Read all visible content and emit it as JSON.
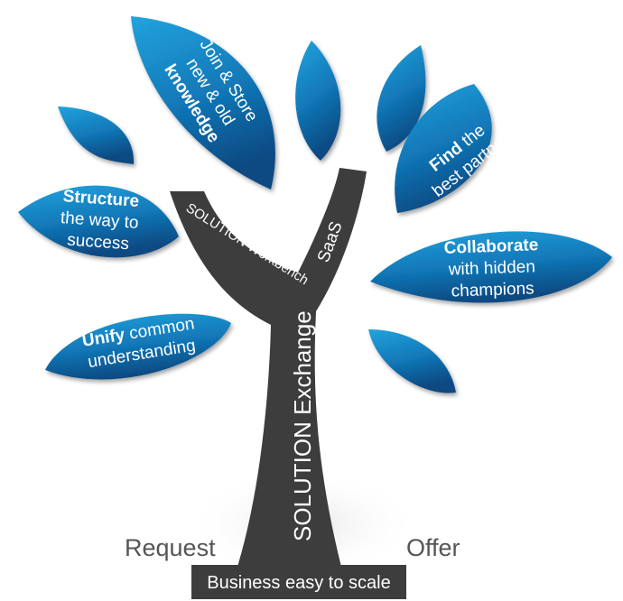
{
  "colors": {
    "leaf_light": "#1f9ad6",
    "leaf_dark": "#0a4d86",
    "trunk": "#3d3d3d",
    "ground_text": "#555555"
  },
  "leaves": {
    "knowledge": {
      "line1": "Join & Store",
      "line2": "new & old",
      "line3": "knowledge"
    },
    "find": {
      "bold": "Find",
      "rest": " the",
      "line2": "best partner"
    },
    "structure": {
      "bold": "Structure",
      "line2": "the way to",
      "line3": "success"
    },
    "collaborate": {
      "bold": "Collaborate",
      "line2": "with hidden",
      "line3": "champions"
    },
    "unify": {
      "bold": "Unify",
      "rest": " common",
      "line2": "understanding"
    }
  },
  "trunk": {
    "exchange": "SOLUTION Exchange",
    "workbench": "SOLUTION Workbench",
    "saas": "SaaS"
  },
  "ground": {
    "request": "Request",
    "offer": "Offer"
  },
  "base": {
    "label": "Business easy to scale"
  }
}
